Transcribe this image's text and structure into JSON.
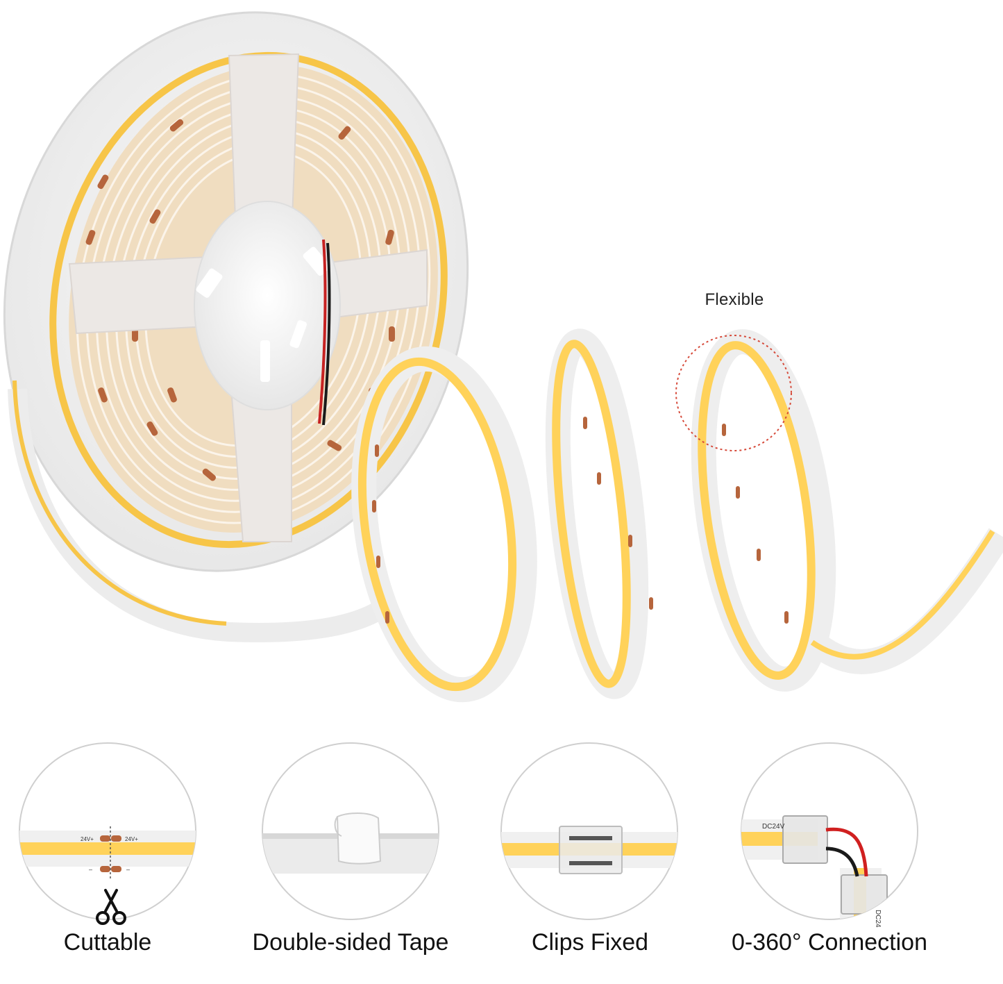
{
  "flexible_label": "Flexible",
  "cut_marks": {
    "top_left": "24V+",
    "top_right": "24V+",
    "bottom_left": "–",
    "bottom_right": "–"
  },
  "connector_text": {
    "top": "DC24V",
    "side": "DC24"
  },
  "features": [
    {
      "label": "Cuttable",
      "icon": "scissors-icon"
    },
    {
      "label": "Double-sided Tape",
      "icon": "tape-icon"
    },
    {
      "label": "Clips Fixed",
      "icon": "clip-icon"
    },
    {
      "label": "0-360° Connection",
      "icon": "connector-icon"
    }
  ],
  "colors": {
    "led_yellow": "#FFD25A",
    "led_amber": "#F7C548",
    "pad_copper": "#B6653C",
    "reel_white": "#F2F2F2",
    "reel_shadow": "#E3DEDA",
    "dash_red": "#D64A3A"
  }
}
